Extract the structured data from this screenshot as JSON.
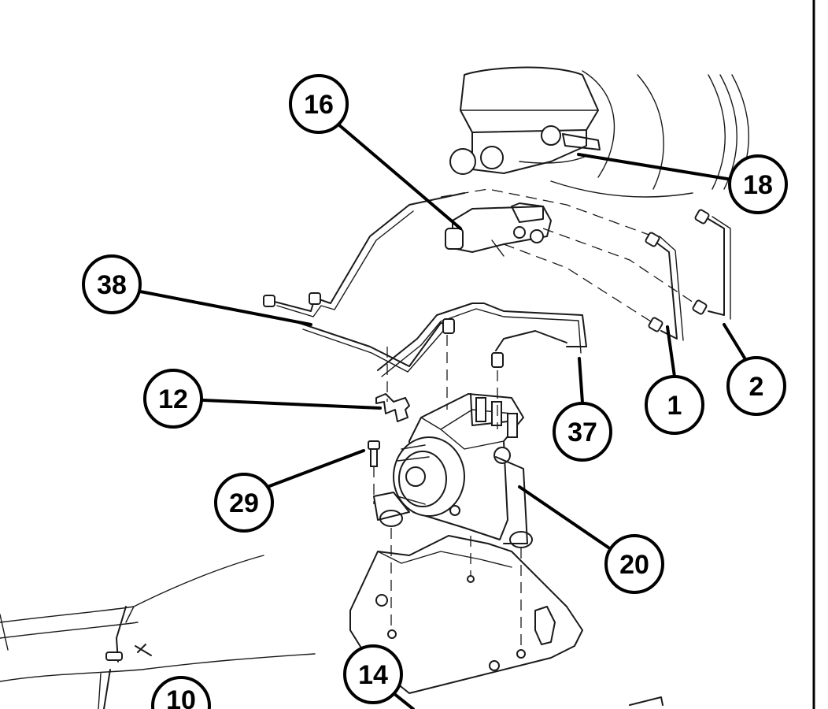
{
  "callouts": [
    {
      "id": "16",
      "label": "16"
    },
    {
      "id": "18",
      "label": "18"
    },
    {
      "id": "38",
      "label": "38"
    },
    {
      "id": "12",
      "label": "12"
    },
    {
      "id": "1",
      "label": "1"
    },
    {
      "id": "2",
      "label": "2"
    },
    {
      "id": "37",
      "label": "37"
    },
    {
      "id": "29",
      "label": "29"
    },
    {
      "id": "20",
      "label": "20"
    },
    {
      "id": "14",
      "label": "14"
    },
    {
      "id": "10",
      "label": "10"
    }
  ],
  "colors": {
    "ink": "#000000",
    "paper": "#ffffff"
  }
}
